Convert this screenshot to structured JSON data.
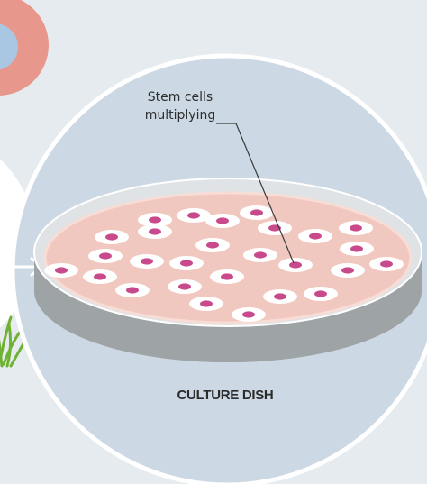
{
  "figure": {
    "annotation_line1": "Stem cells",
    "annotation_line2": "multiplying",
    "dish_label": "CULTURE DISH",
    "cell_count": 27
  },
  "colors": {
    "background": "#e6ebef",
    "circle_fill": "#ccd8e3",
    "circle_border": "#ffffff",
    "dish_wall": "#9ea3a6",
    "dish_rim": "#dfe3e5",
    "culture_medium": "#f0c8c0",
    "cell_white": "#ffffff",
    "cell_nucleus": "#c94a8c",
    "salmon_ring": "#e8978d",
    "blue_ring": "#a9c6e3",
    "grass": "#7cbc3a"
  },
  "icons": [
    "stem-cell-icon",
    "arrow-icon",
    "grass-icon"
  ]
}
